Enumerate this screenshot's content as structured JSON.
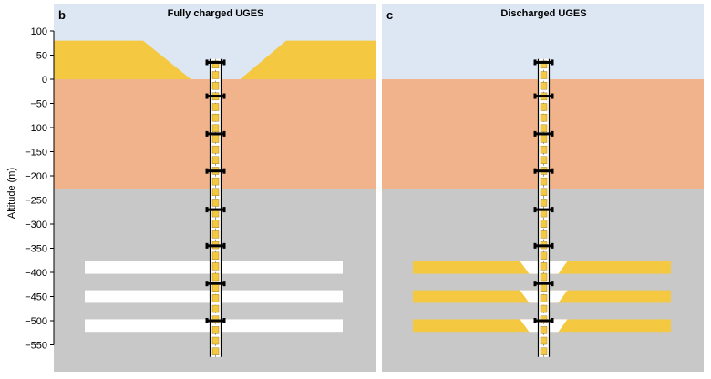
{
  "chart_data": {
    "type": "diagram",
    "ylabel": "Altitude (m)",
    "yticks": [
      100,
      50,
      0,
      -50,
      -100,
      -150,
      -200,
      -250,
      -300,
      -350,
      -400,
      -450,
      -500,
      -550
    ],
    "ylim": [
      -600,
      130
    ],
    "layers": {
      "sky_top": 130,
      "sediment_bottom": -228,
      "rock_bottom": -600
    },
    "panels": [
      {
        "letter": "b",
        "title": "Fully charged UGES",
        "surface_pile_height": 80,
        "caverns_filled": false
      },
      {
        "letter": "c",
        "title": "Discharged UGES",
        "surface_pile_height": 0,
        "caverns_filled": true
      }
    ],
    "cavern_levels": [
      -390,
      -450,
      -510
    ],
    "cavern_thickness": 26,
    "clamp_altitudes": [
      35,
      -35,
      -113,
      -190,
      -270,
      -345,
      -423,
      -500
    ]
  },
  "colors": {
    "sky": "#dce7f3",
    "sediment": "#f1b38b",
    "rock": "#c8c8c8",
    "sand": "#f5c842",
    "cavern_empty": "#ffffff",
    "shaft_line": "#000000"
  }
}
